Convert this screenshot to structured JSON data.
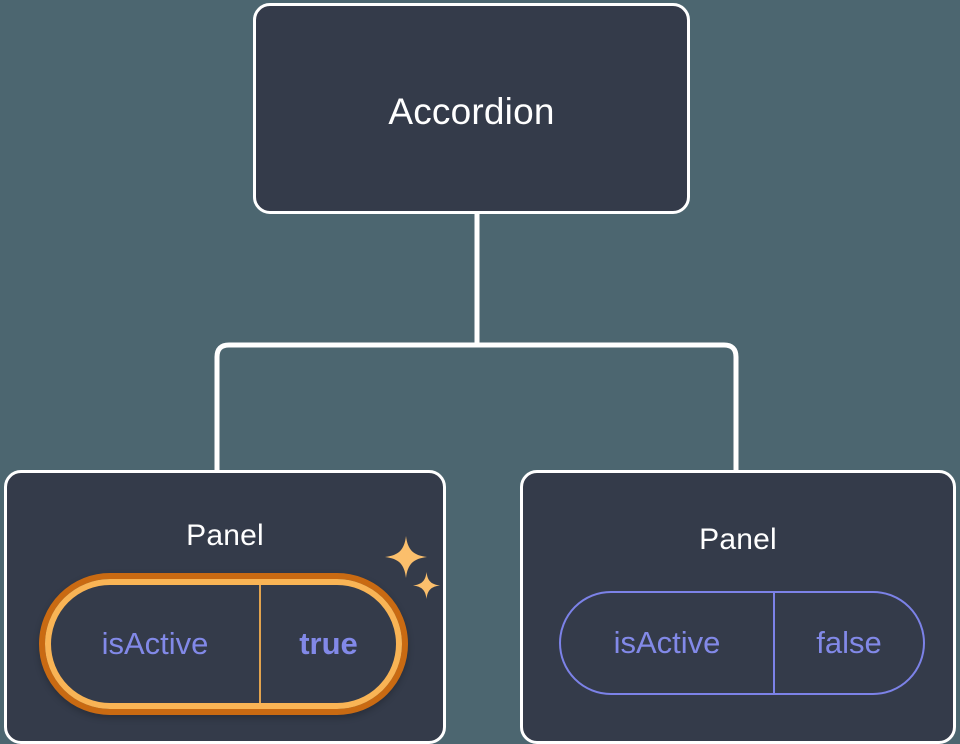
{
  "theme": {
    "background": "#4C6670",
    "card_fill": "#343B4A",
    "card_border": "#FFFFFF",
    "connector": "#FFFFFF",
    "pill_accent": "#7C82E8",
    "pill_text": "#8289E8",
    "highlight_outer_ring": "#C96A12",
    "highlight_inner_ring": "#F9B455",
    "highlight_divider": "#E2A34E",
    "sparkle": "#FBBF6C"
  },
  "tree": {
    "root": {
      "title": "Accordion"
    },
    "children": [
      {
        "title": "Panel",
        "highlighted": true,
        "prop": {
          "key": "isActive",
          "value": "true"
        },
        "sparkle_icons": [
          "sparkle-large-icon",
          "sparkle-small-icon"
        ]
      },
      {
        "title": "Panel",
        "highlighted": false,
        "prop": {
          "key": "isActive",
          "value": "false"
        }
      }
    ]
  }
}
